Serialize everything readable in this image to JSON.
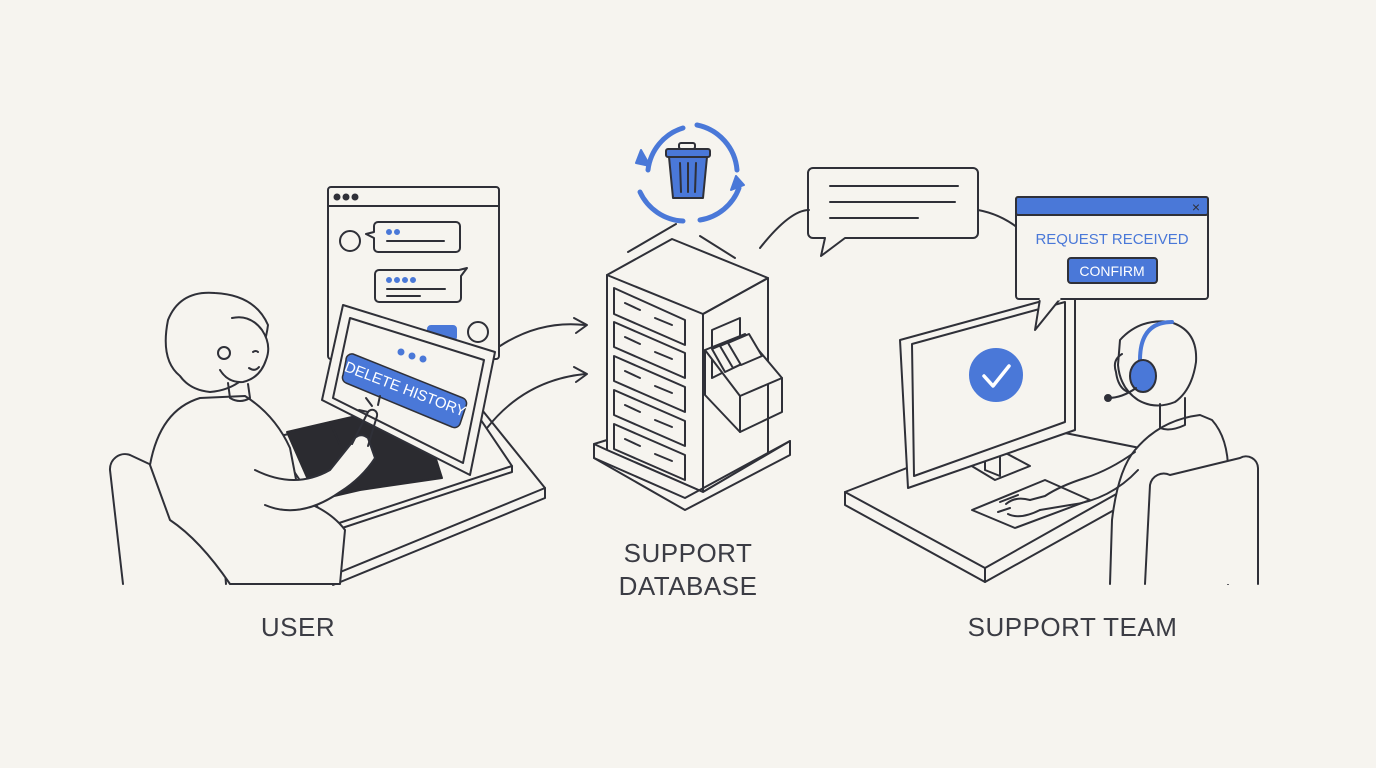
{
  "colors": {
    "background": "#f6f4ef",
    "line": "#2f3038",
    "accent": "#4a78d8",
    "screen_dark": "#2b2b30"
  },
  "user_panel": {
    "label": "USER",
    "laptop_button_label": "DELETE HISTORY"
  },
  "database_panel": {
    "label_line1": "SUPPORT",
    "label_line2": "DATABASE",
    "top_icon": "trash-recycle-icon"
  },
  "team_panel": {
    "label": "SUPPORT TEAM",
    "dialog": {
      "message": "REQUEST RECEIVED",
      "button_label": "CONFIRM",
      "close_glyph": "×"
    },
    "monitor_icon": "checkmark-icon",
    "headset_icon": "headset-icon"
  }
}
